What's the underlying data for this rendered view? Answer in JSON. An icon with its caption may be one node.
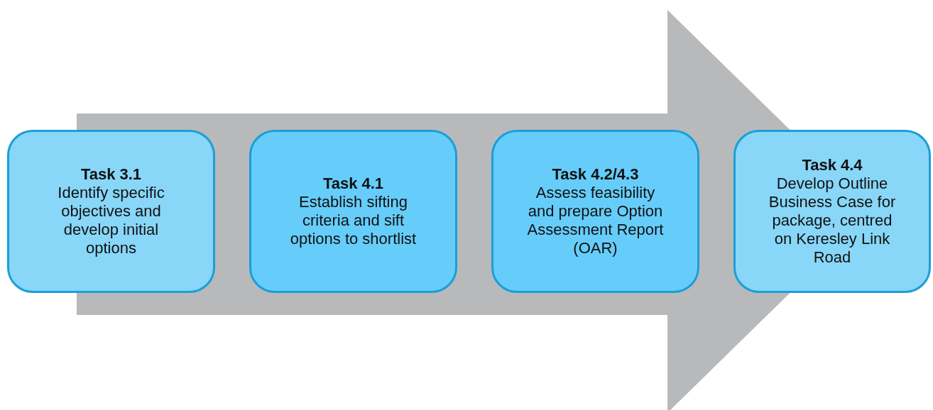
{
  "diagram": {
    "nodes": [
      {
        "text": [
          "Task 3.1",
          "Identify specific objectives and develop initial options"
        ]
      },
      {
        "text": [
          "Task 4.1",
          "Establish sifting criteria and sift options to shortlist"
        ]
      },
      {
        "text": [
          "Task 4.2/4.3",
          "Assess feasibility and prepare Option Assessment Report (OAR)"
        ]
      },
      {
        "text": [
          "Task 4.4",
          "Develop Outline Business Case for package, centred on Keresley Link Road"
        ]
      }
    ],
    "edges": [
      {
        "from": 0,
        "to": 3,
        "arrow": "to"
      }
    ]
  }
}
